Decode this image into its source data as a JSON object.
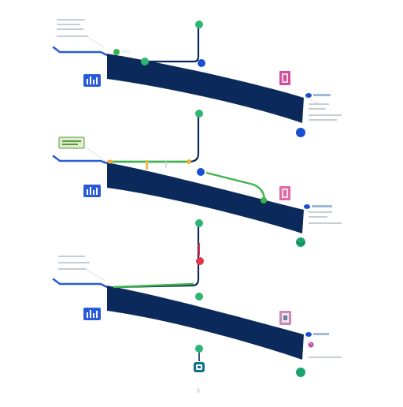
{
  "palette": {
    "navy": "#0b2a5b",
    "blue": "#2a5bd7",
    "green": "#3bb54a",
    "teal": "#19a56d",
    "red": "#e0344b",
    "pink": "#d14f9f",
    "grey": "#b8c0c8"
  },
  "icons": [
    "chart-icon",
    "book-icon",
    "puzzle-icon",
    "folder-icon"
  ],
  "sections": [
    {
      "id": "1",
      "annotation_left": "",
      "annotation_right": ""
    },
    {
      "id": "2",
      "annotation_left": "",
      "annotation_right": ""
    },
    {
      "id": "3",
      "annotation_left": "",
      "annotation_right": ""
    }
  ]
}
